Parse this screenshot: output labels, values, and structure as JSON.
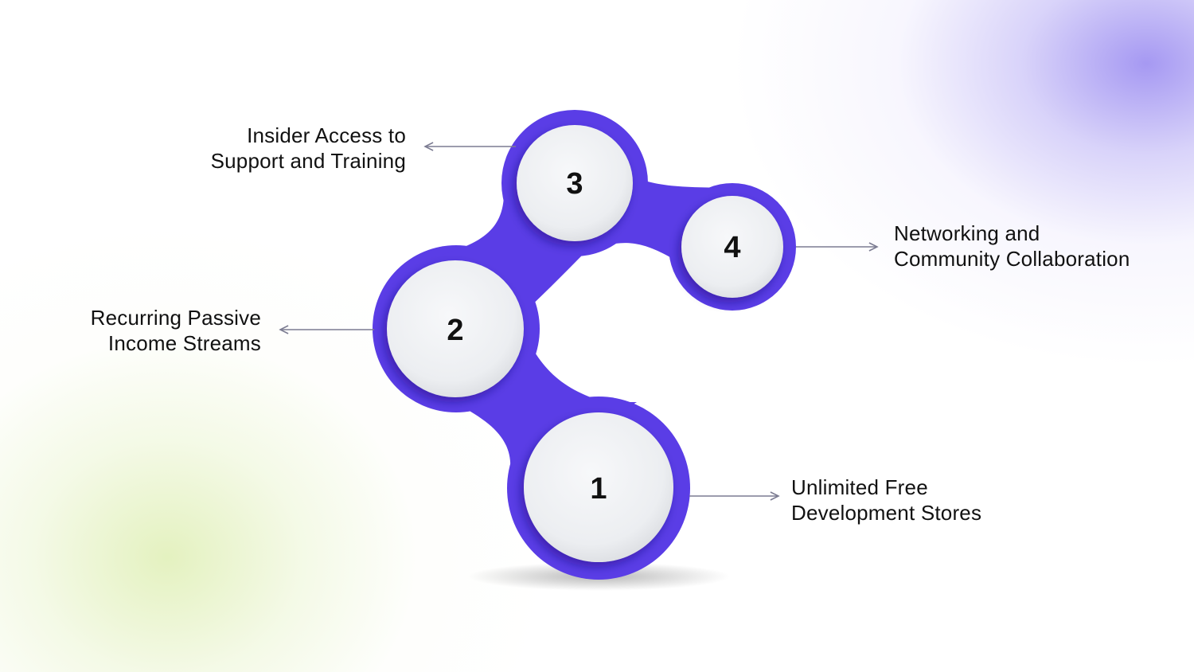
{
  "steps": [
    {
      "number": "1",
      "lines": [
        "Unlimited Free",
        "Development Stores"
      ]
    },
    {
      "number": "2",
      "lines": [
        "Recurring Passive",
        "Income Streams"
      ]
    },
    {
      "number": "3",
      "lines": [
        "Insider Access to",
        "Support and Training"
      ]
    },
    {
      "number": "4",
      "lines": [
        "Networking and",
        "Community Collaboration"
      ]
    }
  ],
  "colors": {
    "accent": "#5A3DE6",
    "node_fill": "#F0F1F3",
    "connector": "#7C7C92",
    "text": "#111111"
  }
}
